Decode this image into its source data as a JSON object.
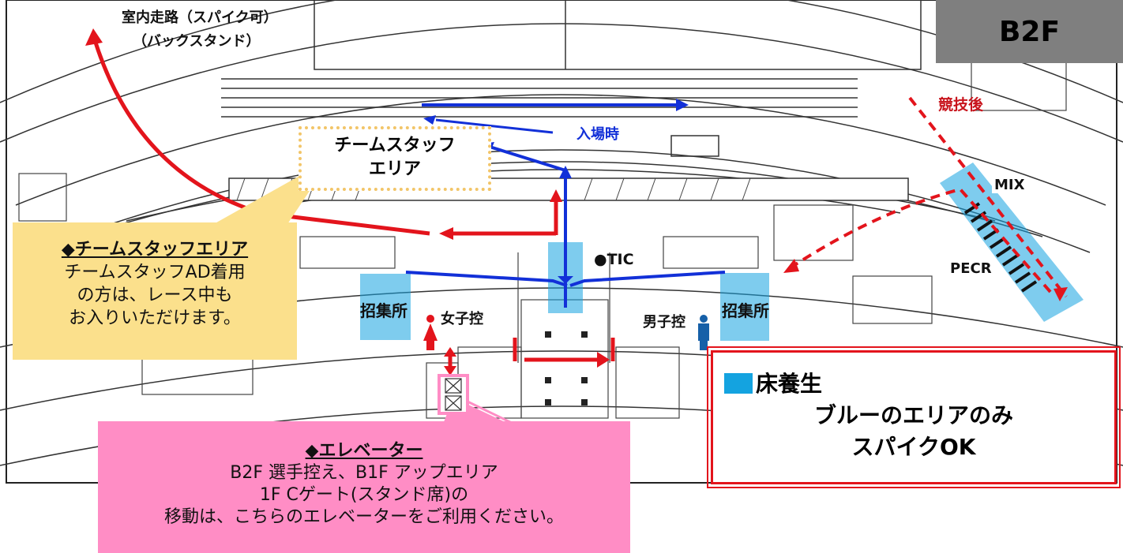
{
  "floor": "B2F",
  "labels": {
    "indoor_track_line1": "室内走路（スパイク可）",
    "indoor_track_line2": "（バックスタンド）",
    "entry_time": "入場時",
    "after_competition": "競技後",
    "mix": "MIX",
    "pecr": "PECR",
    "tic": "●TIC",
    "callroom_left": "招集所",
    "callroom_right": "招集所",
    "women_waiting": "女子控",
    "men_waiting": "男子控"
  },
  "team_staff_area_box": {
    "line1": "チームスタッフ",
    "line2": "エリア"
  },
  "team_staff_callout": {
    "heading": "◆チームスタッフエリア",
    "line1": "チームスタッフAD着用",
    "line2": "の方は、レース中も",
    "line3": "お入りいただけます。"
  },
  "elevator_callout": {
    "heading": "◆エレベーター",
    "line1": "B2F 選手控え、B1F アップエリア",
    "line2": "1F Cゲート(スタンド席)の",
    "line3": "移動は、こちらのエレベーターをご利用ください。"
  },
  "legend": {
    "title": "床養生",
    "line1": "ブルーのエリアのみ",
    "line2": "スパイクOK",
    "swatch_color": "#14a3e0"
  },
  "colors": {
    "route_red": "#e3141c",
    "route_blue": "#1230d8",
    "floor_blue": "#14a3e0"
  }
}
